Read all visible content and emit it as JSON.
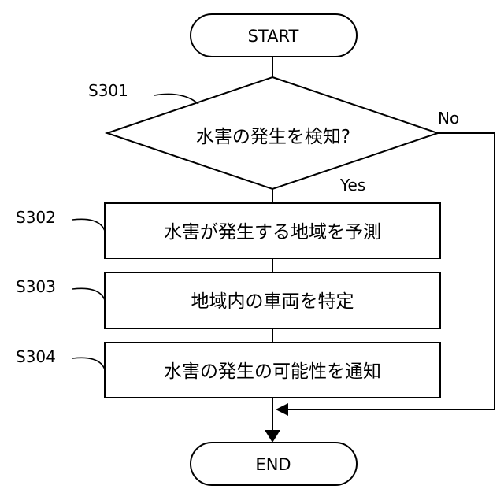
{
  "flowchart": {
    "start": "START",
    "end": "END",
    "steps": [
      {
        "id": "S301",
        "text": "水害の発生を検知?"
      },
      {
        "id": "S302",
        "text": "水害が発生する地域を予測"
      },
      {
        "id": "S303",
        "text": "地域内の車両を特定"
      },
      {
        "id": "S304",
        "text": "水害の発生の可能性を通知"
      }
    ],
    "branch_yes": "Yes",
    "branch_no": "No"
  }
}
